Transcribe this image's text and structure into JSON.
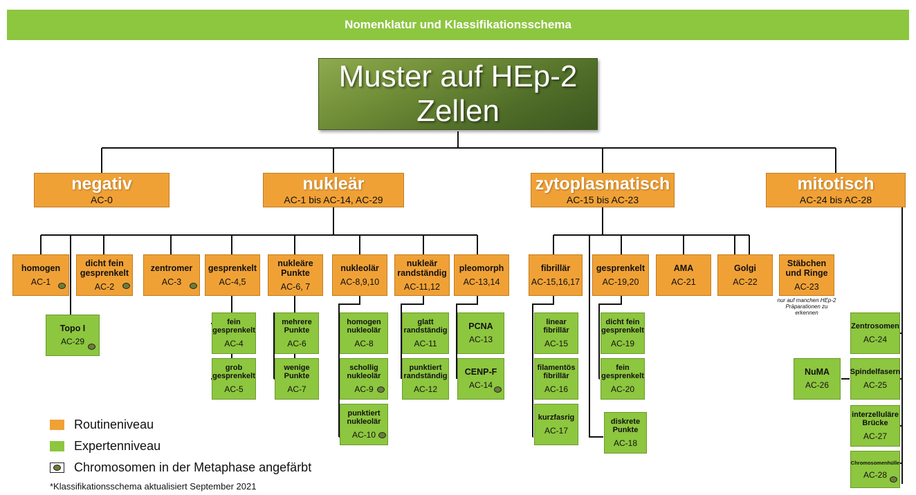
{
  "header": {
    "title": "Nomenklatur und Klassifikationsschema"
  },
  "root": {
    "title_line1": "Muster auf HEp-2",
    "title_line2": "Zellen"
  },
  "level1": {
    "negativ": {
      "title": "negativ",
      "code": "AC-0"
    },
    "nuklear": {
      "title": "nukleär",
      "code": "AC-1 bis AC-14, AC-29"
    },
    "zyto": {
      "title": "zytoplasmatisch",
      "code": "AC-15 bis AC-23"
    },
    "mitotisch": {
      "title": "mitotisch",
      "code": "AC-24 bis AC-28"
    }
  },
  "nuclear": {
    "homogen": {
      "title": "homogen",
      "code": "AC-1"
    },
    "dichtfein": {
      "title": "dicht fein gesprenkelt",
      "code": "AC-2"
    },
    "zentromer": {
      "title": "zentromer",
      "code": "AC-3"
    },
    "gesprenkelt": {
      "title": "gesprenkelt",
      "code": "AC-4,5"
    },
    "punkte": {
      "title": "nukleäre Punkte",
      "code": "AC-6, 7"
    },
    "nukleolar": {
      "title": "nukleolär",
      "code": "AC-8,9,10"
    },
    "rand": {
      "title": "nukleär randständig",
      "code": "AC-11,12"
    },
    "pleomorph": {
      "title": "pleomorph",
      "code": "AC-13,14"
    },
    "topo": {
      "title": "Topo I",
      "code": "AC-29"
    },
    "feingespr": {
      "title": "fein gesprenkelt",
      "code": "AC-4"
    },
    "grobgespr": {
      "title": "grob gesprenkelt",
      "code": "AC-5"
    },
    "mehrere": {
      "title": "mehrere Punkte",
      "code": "AC-6"
    },
    "wenige": {
      "title": "wenige Punkte",
      "code": "AC-7"
    },
    "homnuk": {
      "title": "homogen nukleolär",
      "code": "AC-8"
    },
    "schollig": {
      "title": "schollig nukleolär",
      "code": "AC-9"
    },
    "punktnuk": {
      "title": "punktiert nukleolär",
      "code": "AC-10"
    },
    "glatt": {
      "title": "glatt randständig",
      "code": "AC-11"
    },
    "punktrand": {
      "title": "punktiert randständig",
      "code": "AC-12"
    },
    "pcna": {
      "title": "PCNA",
      "code": "AC-13"
    },
    "cenpf": {
      "title": "CENP-F",
      "code": "AC-14"
    }
  },
  "cyto": {
    "fibrillar": {
      "title": "fibrillär",
      "code": "AC-15,16,17"
    },
    "gespr": {
      "title": "gesprenkelt",
      "code": "AC-19,20"
    },
    "ama": {
      "title": "AMA",
      "code": "AC-21"
    },
    "golgi": {
      "title": "Golgi",
      "code": "AC-22"
    },
    "staebchen": {
      "title": "Stäbchen und Ringe",
      "code": "AC-23",
      "note": "nur auf manchen HEp-2 Präparationen zu erkennen"
    },
    "linear": {
      "title": "linear fibrillär",
      "code": "AC-15"
    },
    "filament": {
      "title": "filamentös fibrillär",
      "code": "AC-16"
    },
    "kurz": {
      "title": "kurzfasrig",
      "code": "AC-17"
    },
    "dichtfein": {
      "title": "dicht fein gesprenkelt",
      "code": "AC-19"
    },
    "fein": {
      "title": "fein gesprenkelt",
      "code": "AC-20"
    },
    "diskrete": {
      "title": "diskrete Punkte",
      "code": "AC-18"
    }
  },
  "mitotic": {
    "zentrosomen": {
      "title": "Zentrosomen",
      "code": "AC-24"
    },
    "spindel": {
      "title": "Spindelfasern",
      "code": "AC-25"
    },
    "numa": {
      "title": "NuMA",
      "code": "AC-26"
    },
    "bruecke": {
      "title": "interzelluläre Brücke",
      "code": "AC-27"
    },
    "huelle": {
      "title": "Chromosomenhülle",
      "code": "AC-28"
    }
  },
  "legend": {
    "routine": {
      "label": "Routineniveau",
      "color": "#f0a136"
    },
    "experten": {
      "label": "Expertenniveau",
      "color": "#8dc63f"
    },
    "chromosomen": {
      "label": "Chromosomen in der Metaphase angefärbt"
    }
  },
  "footnote": "*Klassifikationsschema aktualisiert September 2021",
  "colors": {
    "header": "#8dc63f",
    "routine": "#f0a136",
    "expert": "#8dc63f",
    "root": "#5a7a2e"
  }
}
